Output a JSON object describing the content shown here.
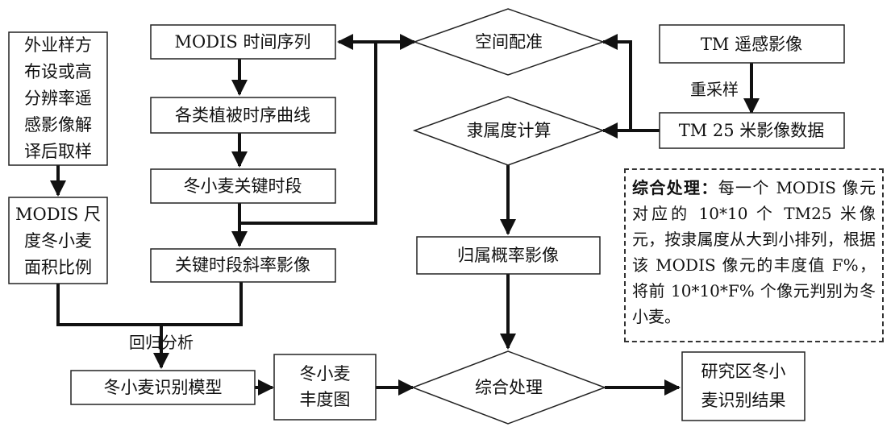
{
  "nodes": {
    "field_sample": [
      "外业样方",
      "布设或高",
      "分辨率遥",
      "感影像解",
      "译后取样"
    ],
    "modis_ratio": [
      "MODIS 尺",
      "度冬小麦",
      "面积比例"
    ],
    "modis_series": [
      "MODIS 时间序列"
    ],
    "veg_curves": [
      "各类植被时序曲线"
    ],
    "key_period": [
      "冬小麦关键时段"
    ],
    "slope_image": [
      "关键时段斜率影像"
    ],
    "spatial_reg": [
      "空间配准"
    ],
    "membership": [
      "隶属度计算"
    ],
    "tm_image": [
      "TM 遥感影像"
    ],
    "tm25": [
      "TM 25 米影像数据"
    ],
    "prob_image": [
      "归属概率影像"
    ],
    "wheat_model": [
      "冬小麦识别模型"
    ],
    "abundance": [
      "冬小麦",
      "丰度图"
    ],
    "integrated": [
      "综合处理"
    ],
    "result": [
      "研究区冬小",
      "麦识别结果"
    ]
  },
  "edges": {
    "resample": "重采样",
    "regression": "回归分析"
  },
  "note": {
    "title": "综合处理：",
    "body": "每一个 MODIS 像元对应的 10*10 个 TM25 米像元，按隶属度从大到小排列，根据该 MODIS 像元的丰度值 F%，将前 10*10*F% 个像元判别为冬小麦。"
  }
}
